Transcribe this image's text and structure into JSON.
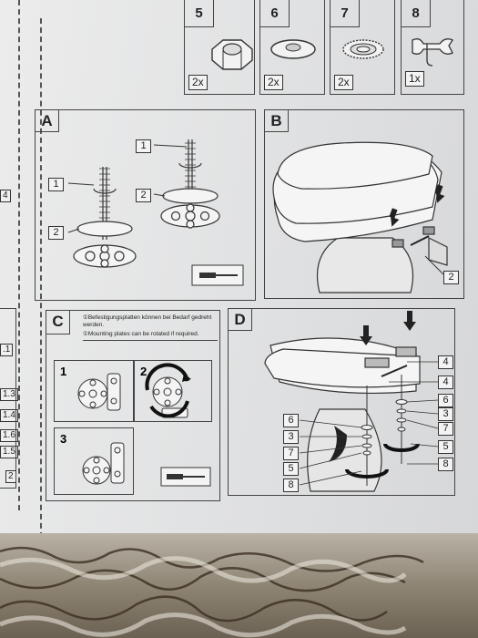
{
  "parts": [
    {
      "number": "5",
      "qty": "2x",
      "icon": "hex-nut-icon"
    },
    {
      "number": "6",
      "qty": "2x",
      "icon": "cone-washer-icon"
    },
    {
      "number": "7",
      "qty": "2x",
      "icon": "toothed-washer-icon"
    },
    {
      "number": "8",
      "qty": "1x",
      "icon": "wrench-tool-icon"
    }
  ],
  "panels": {
    "a": {
      "letter": "A",
      "callouts": [
        "1",
        "2",
        "1",
        "2"
      ]
    },
    "b": {
      "letter": "B",
      "callouts": [
        "2"
      ]
    },
    "c": {
      "letter": "C",
      "steps": [
        "1",
        "2",
        "3"
      ],
      "note_de": "①Befestigungsplatten können bei Bedarf gedreht werden.",
      "note_en": "①Mounting plates can be rotated if required."
    },
    "d": {
      "letter": "D",
      "callouts_right": [
        "4",
        "4",
        "6",
        "3",
        "7",
        "5",
        "8"
      ],
      "callouts_left": [
        "6",
        "3",
        "7",
        "5",
        "8"
      ]
    }
  },
  "left_margin_labels": [
    "4",
    ".1",
    "1.3",
    "1.4",
    "1.6",
    "1.5",
    "2"
  ]
}
